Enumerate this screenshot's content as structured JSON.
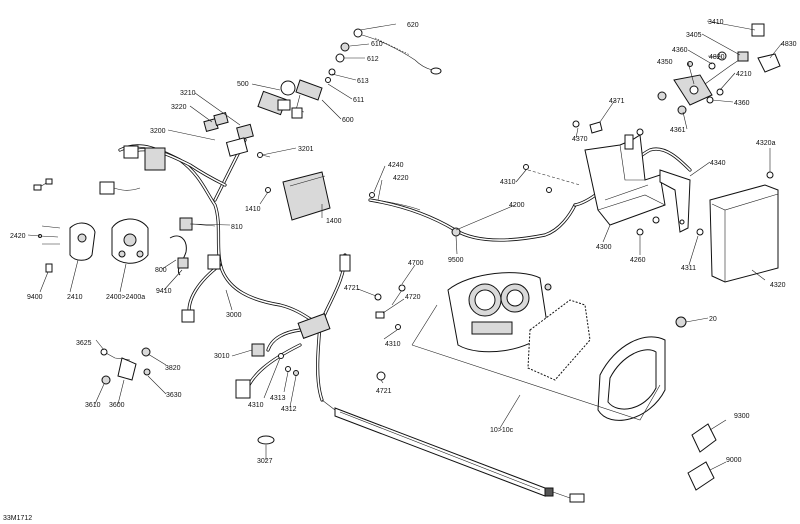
{
  "document_id": "33M1712",
  "callouts": {
    "c620": "620",
    "c610": "610",
    "c612": "612",
    "c613": "613",
    "c611": "611",
    "c600": "600",
    "c500": "500",
    "c3210": "3210",
    "c3220": "3220",
    "c3200": "3200",
    "c3201": "3201",
    "c3410": "3410",
    "c3405": "3405",
    "c4830": "4830",
    "c4360": "4360",
    "c4820": "4820",
    "c4350": "4350",
    "c4210": "4210",
    "c4360b": "4360",
    "c4361": "4361",
    "c4371": "4371",
    "c4370": "4370",
    "c4240": "4240",
    "c4220": "4220",
    "c4310": "4310",
    "c4200": "4200",
    "c4340": "4340",
    "c4320a": "4320a",
    "c1410": "1410",
    "c1400": "1400",
    "c810": "810",
    "c2420": "2420",
    "c2410": "2410",
    "c2400": "2400>2400a",
    "c9400": "9400",
    "c800": "800",
    "c9410": "9410",
    "c3000": "3000",
    "c9500": "9500",
    "c4300": "4300",
    "c4260": "4260",
    "c4311": "4311",
    "c4320": "4320",
    "c4700": "4700",
    "c4721": "4721",
    "c4720": "4720",
    "c4310b": "4310",
    "c4721b": "4721",
    "c20": "20",
    "c3625": "3625",
    "c3820": "3820",
    "c3010": "3010",
    "c3610": "3610",
    "c3600": "3600",
    "c3630": "3630",
    "c4313": "4313",
    "c4310c": "4310",
    "c4312": "4312",
    "c10": "10>10c",
    "c9300": "9300",
    "c9000": "9000",
    "c3027": "3027"
  }
}
